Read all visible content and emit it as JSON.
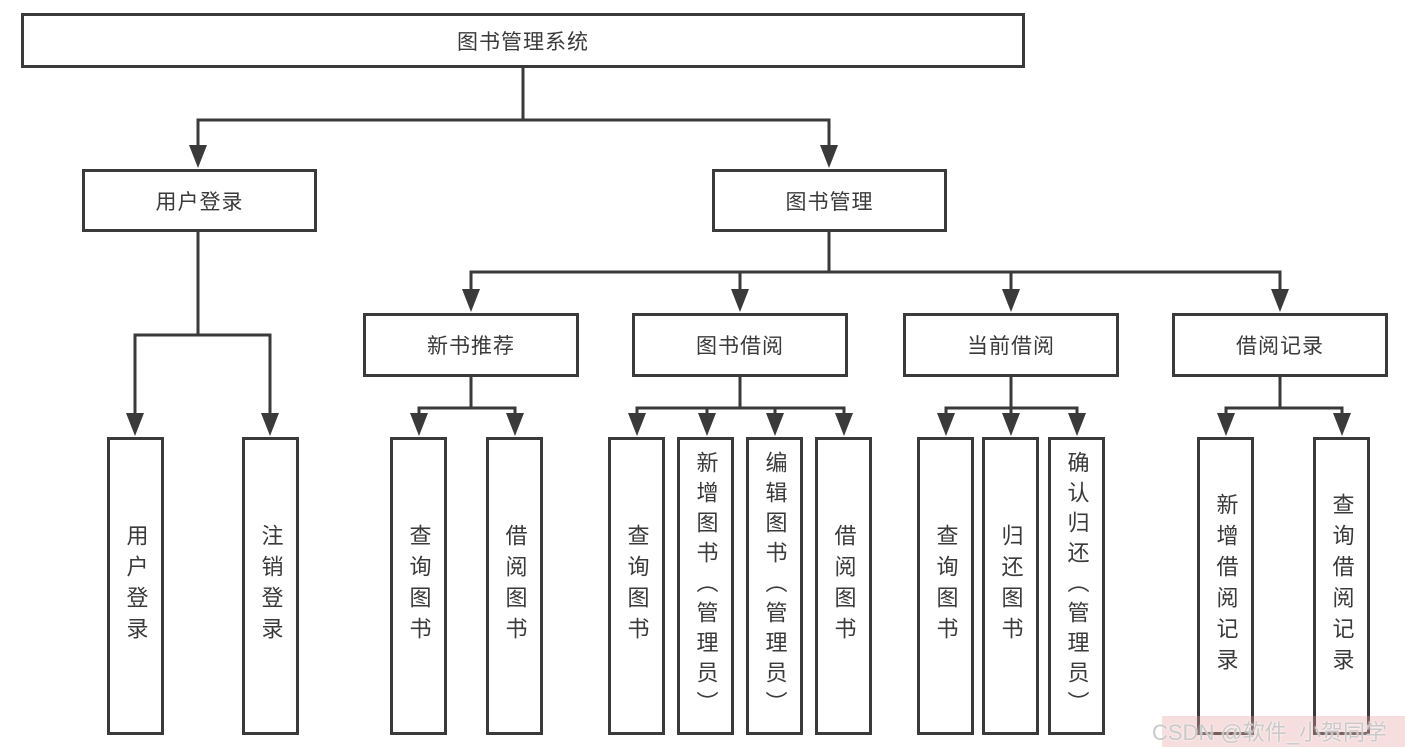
{
  "nodes": {
    "root": "图书管理系统",
    "user_login": "用户登录",
    "book_management": "图书管理",
    "new_book_recommend": "新书推荐",
    "book_borrowing": "图书借阅",
    "current_borrowing": "当前借阅",
    "borrowing_records": "借阅记录",
    "ul_login": "用户登录",
    "ul_logout": "注销登录",
    "nb_query_books": "查询图书",
    "nb_borrow_books": "借阅图书",
    "bb_query_books": "查询图书",
    "bb_add_books": "新增图书（管理员）",
    "bb_edit_books": "编辑图书（管理员）",
    "bb_borrow_books": "借阅图书",
    "cb_query_books": "查询图书",
    "cb_return_books": "归还图书",
    "cb_confirm_return": "确认归还（管理员）",
    "br_add_record": "新增借阅记录",
    "br_query_record": "查询借阅记录"
  },
  "watermark": {
    "text": "CSDN @软件_小贺同学"
  },
  "colors": {
    "line": "#3a3a3a",
    "node_text": "#3a3a3a",
    "watermark_band": "#f4d6d6",
    "watermark_text": "#c9c9c9"
  }
}
